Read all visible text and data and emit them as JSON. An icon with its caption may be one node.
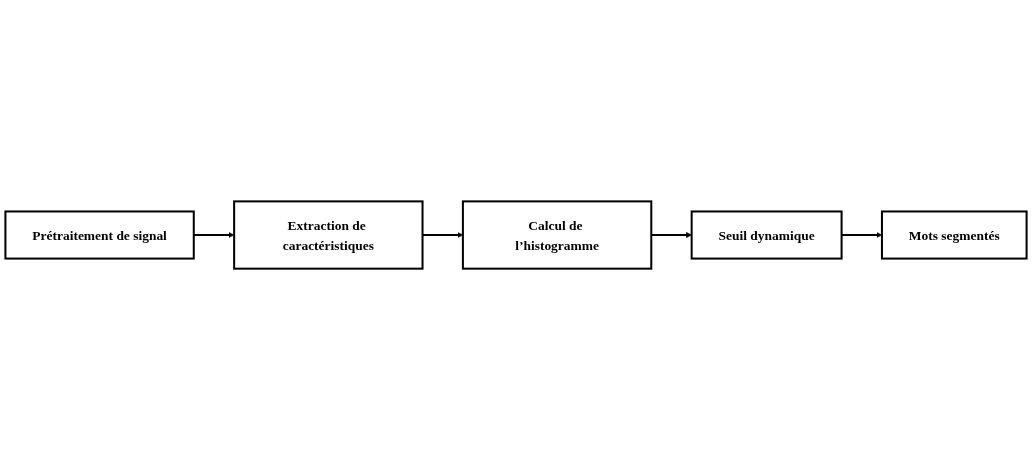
{
  "diagram": {
    "nodes": [
      {
        "text": [
          "Prétraitement de signal"
        ]
      },
      {
        "text": [
          "Extraction de caractéristiques"
        ]
      },
      {
        "text": [
          "Calcul de l’histogramme"
        ]
      },
      {
        "text": [
          "Seuil dynamique"
        ]
      },
      {
        "text": [
          "Mots segmentés"
        ]
      }
    ],
    "edges": [
      {
        "from": 0,
        "to": 1,
        "arrow": "to"
      },
      {
        "from": 1,
        "to": 2,
        "arrow": "to"
      },
      {
        "from": 2,
        "to": 3,
        "arrow": "to"
      },
      {
        "from": 3,
        "to": 4,
        "arrow": "to"
      }
    ]
  }
}
